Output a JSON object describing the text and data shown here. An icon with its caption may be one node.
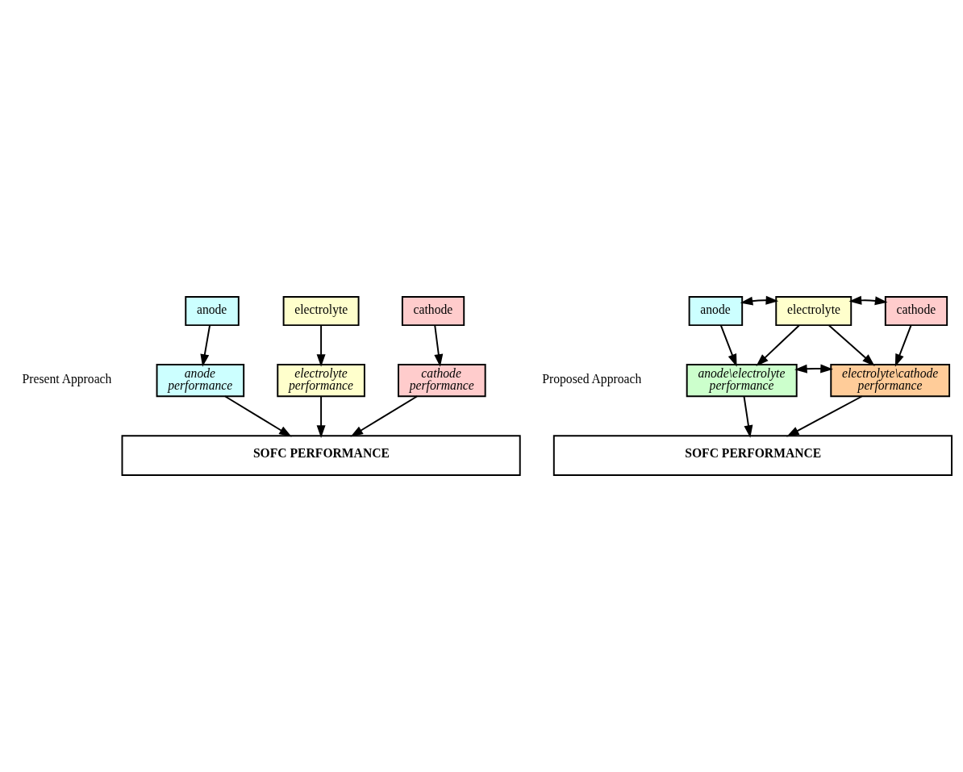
{
  "diagram": {
    "nodes": [
      {
        "text": [
          "anode"
        ]
      },
      {
        "text": [
          "electrolyte"
        ]
      },
      {
        "text": [
          "cathode"
        ]
      },
      {
        "text": [
          "anode performance"
        ]
      },
      {
        "text": [
          "electrolyte performance"
        ]
      },
      {
        "text": [
          "cathode performance"
        ]
      },
      {
        "text": [
          "SOFC PERFORMANCE"
        ]
      },
      {
        "text": [
          "anode"
        ]
      },
      {
        "text": [
          "electrolyte"
        ]
      },
      {
        "text": [
          "cathode"
        ]
      },
      {
        "text": [
          "anode\\electrolyte performance"
        ]
      },
      {
        "text": [
          "electrolyte\\cathode performance"
        ]
      },
      {
        "text": [
          "SOFC PERFORMANCE"
        ]
      }
    ],
    "edges": [
      {
        "from": 0,
        "to": 3,
        "arrow": "to"
      },
      {
        "from": 1,
        "to": 4,
        "arrow": "to"
      },
      {
        "from": 2,
        "to": 5,
        "arrow": "to"
      },
      {
        "from": 3,
        "to": 6,
        "arrow": "to"
      },
      {
        "from": 4,
        "to": 6,
        "arrow": "to"
      },
      {
        "from": 5,
        "to": 6,
        "arrow": "to"
      },
      {
        "from": 7,
        "to": 8,
        "arrow": "both"
      },
      {
        "from": 7,
        "to": 10,
        "arrow": "to"
      },
      {
        "from": 8,
        "to": 10,
        "arrow": "to"
      },
      {
        "from": 8,
        "to": 9,
        "arrow": "both"
      },
      {
        "from": 8,
        "to": 11,
        "arrow": "to"
      },
      {
        "from": 9,
        "to": 11,
        "arrow": "to"
      },
      {
        "from": 10,
        "to": 11,
        "arrow": "both"
      },
      {
        "from": 10,
        "to": 12,
        "arrow": "to"
      },
      {
        "from": 11,
        "to": 12,
        "arrow": "to"
      }
    ],
    "labels": [
      "Present Approach",
      "Proposed Approach"
    ]
  }
}
